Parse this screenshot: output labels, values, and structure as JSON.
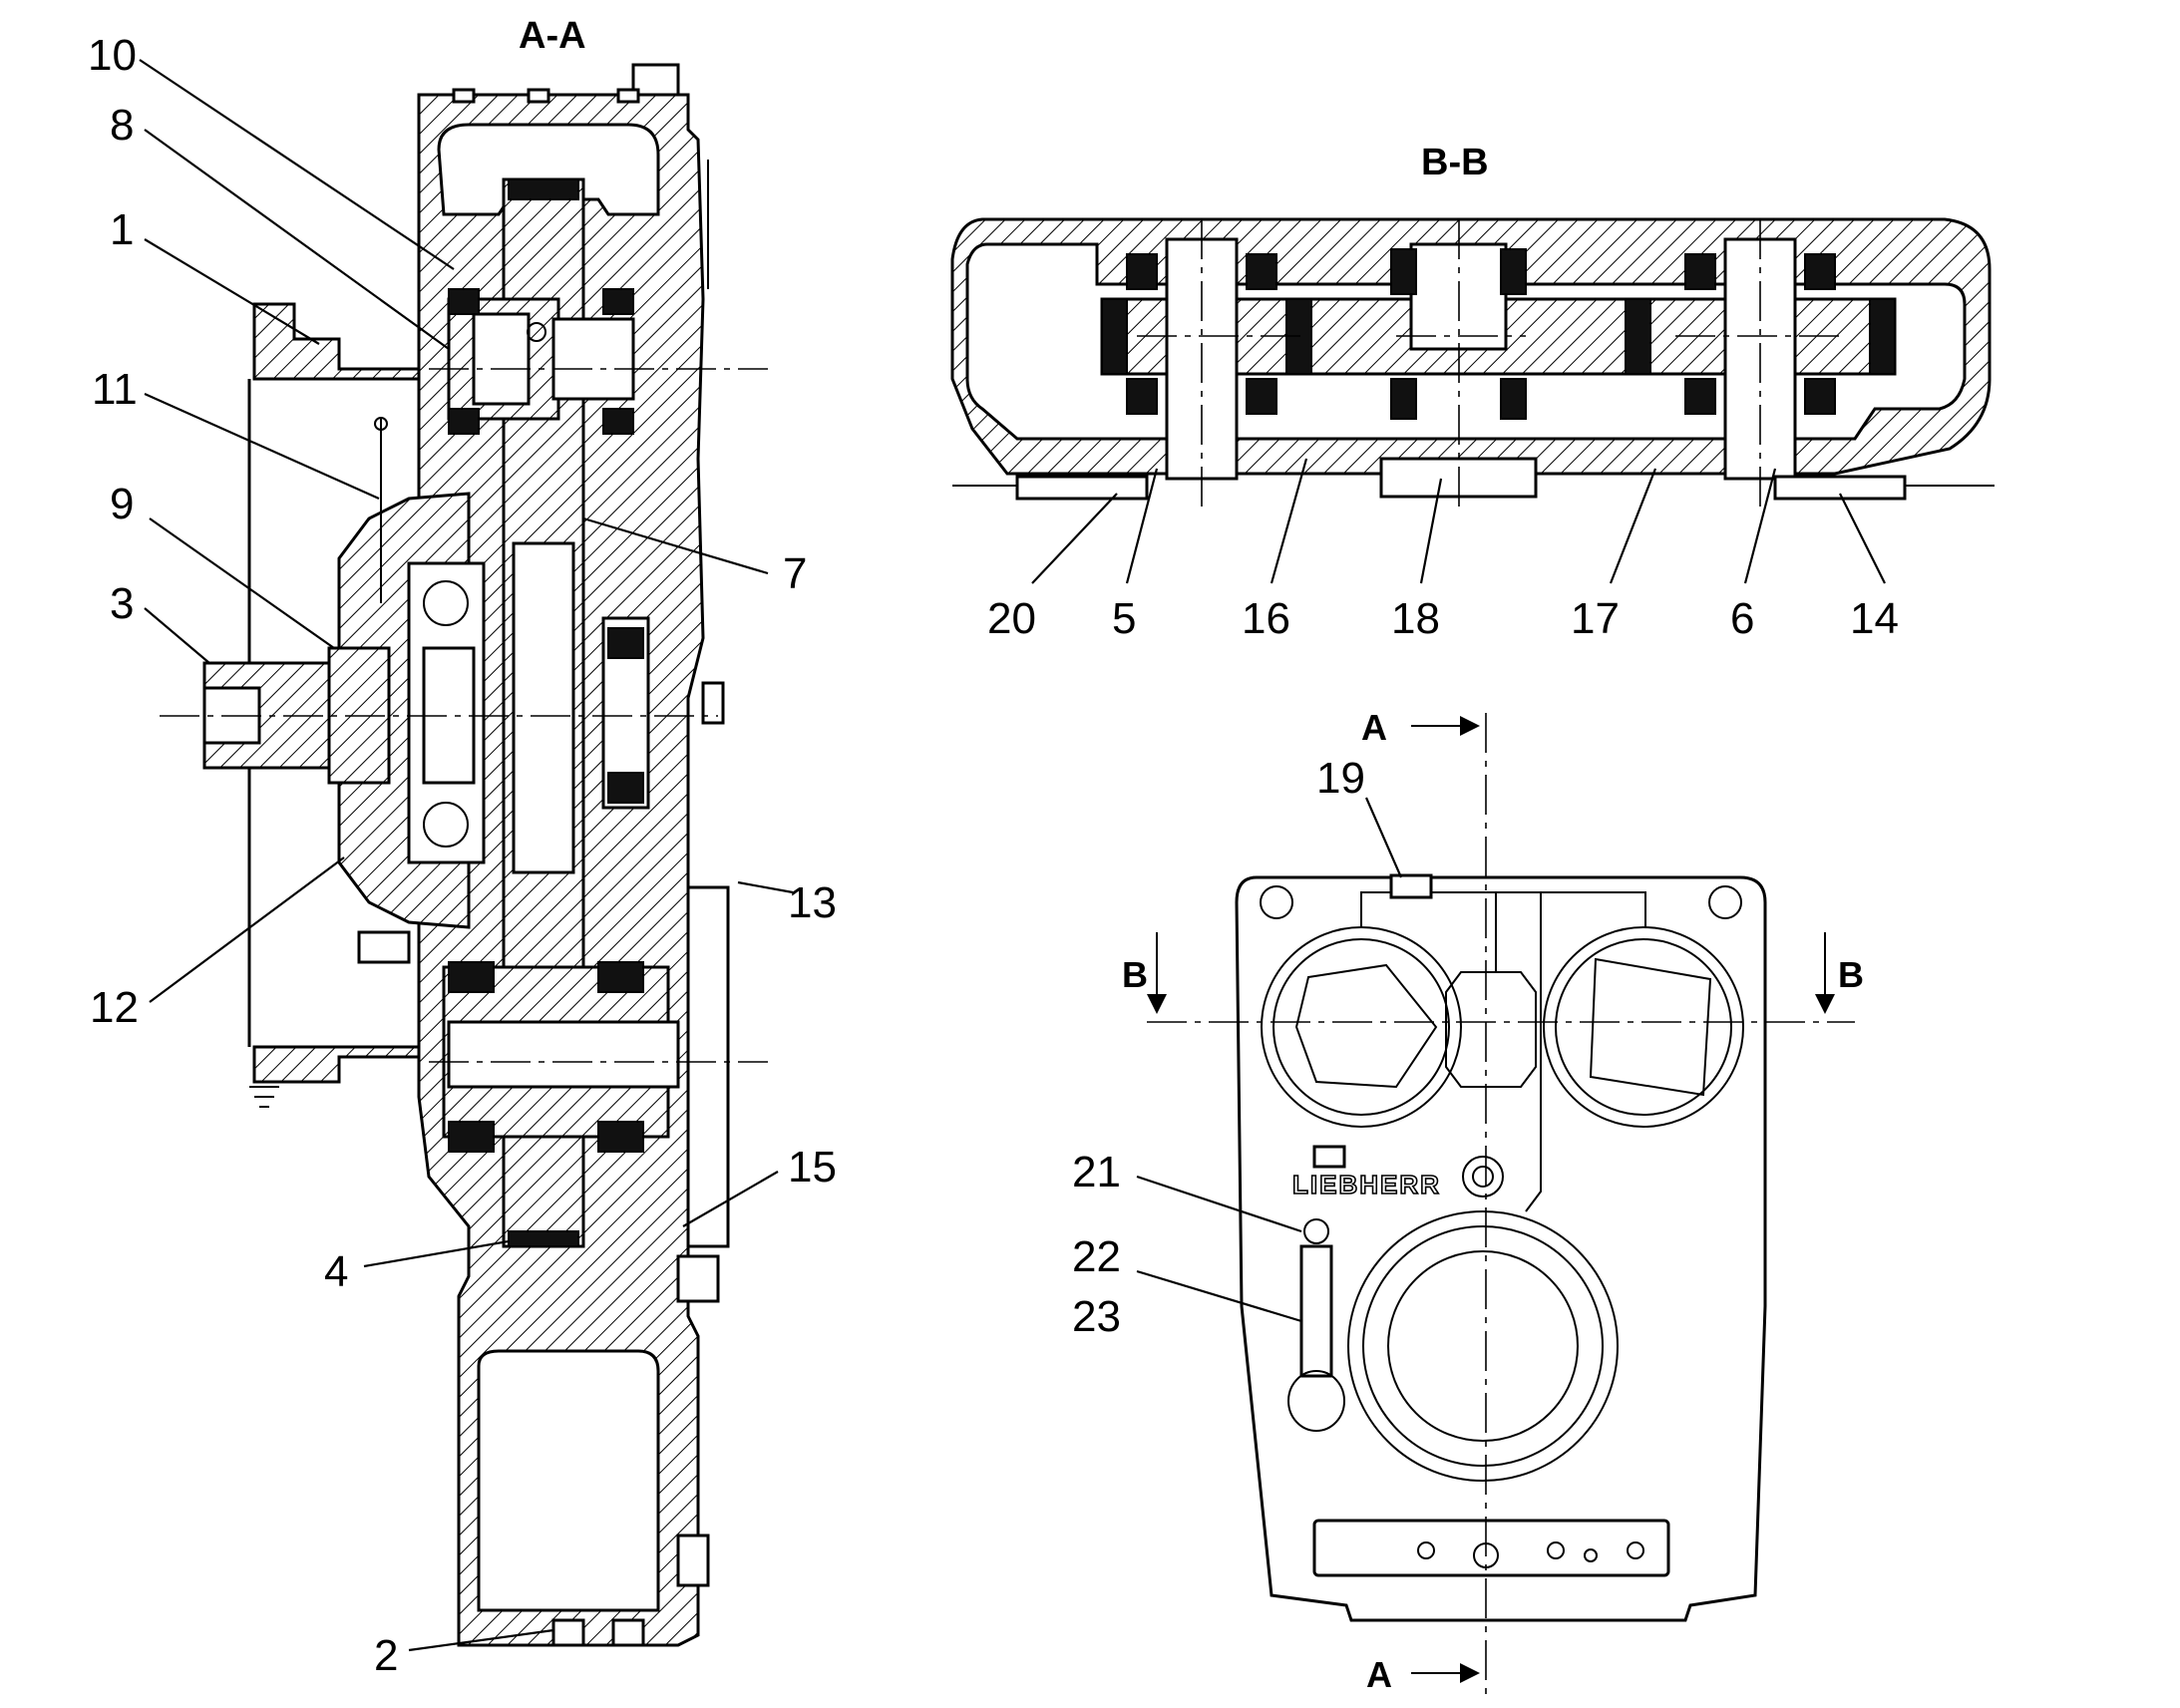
{
  "views": {
    "section_a": "A-A",
    "section_b": "B-B"
  },
  "cut_markers": {
    "a_top": "A",
    "a_bottom": "A",
    "b_left": "B",
    "b_right": "B"
  },
  "brand_logo_text": "LIEBHERR",
  "callouts": {
    "c1": "1",
    "c2": "2",
    "c3": "3",
    "c4": "4",
    "c5": "5",
    "c6": "6",
    "c7": "7",
    "c8": "8",
    "c9": "9",
    "c10": "10",
    "c11": "11",
    "c12": "12",
    "c13": "13",
    "c14": "14",
    "c15": "15",
    "c16": "16",
    "c17": "17",
    "c18": "18",
    "c19": "19",
    "c20": "20",
    "c21": "21",
    "c22": "22",
    "c23": "23"
  }
}
